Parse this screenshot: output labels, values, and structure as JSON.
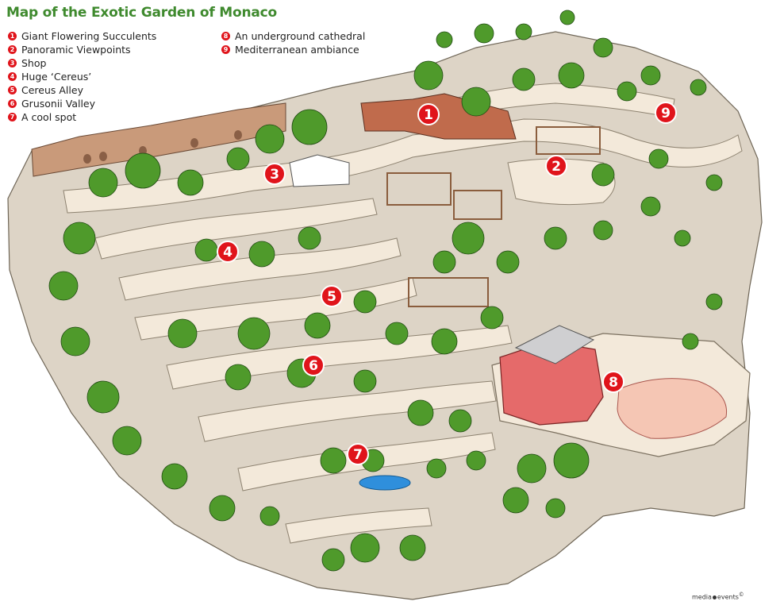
{
  "title": "Map of the Exotic Garden of Monaco",
  "legend": [
    {
      "num": "1",
      "label": "Giant Flowering Succulents"
    },
    {
      "num": "2",
      "label": "Panoramic Viewpoints"
    },
    {
      "num": "3",
      "label": "Shop"
    },
    {
      "num": "4",
      "label": "Huge ‘Cereus’"
    },
    {
      "num": "5",
      "label": "Cereus Alley"
    },
    {
      "num": "6",
      "label": "Grusonii Valley"
    },
    {
      "num": "7",
      "label": "A cool spot"
    },
    {
      "num": "8",
      "label": "An underground cathedral"
    },
    {
      "num": "9",
      "label": "Mediterranean ambiance"
    }
  ],
  "markers": [
    "1",
    "2",
    "3",
    "4",
    "5",
    "6",
    "7",
    "8",
    "9"
  ],
  "credit": {
    "left": "media",
    "right": "events",
    "mark": "©"
  },
  "colors": {
    "marker": "#e0141b",
    "title": "#3f8a2e",
    "rock": "#dcd3c5",
    "path": "#f2e8d8",
    "vegetation": "#4f9a2b",
    "terrace": "#e76e6e",
    "pond": "#2f8fdc"
  }
}
